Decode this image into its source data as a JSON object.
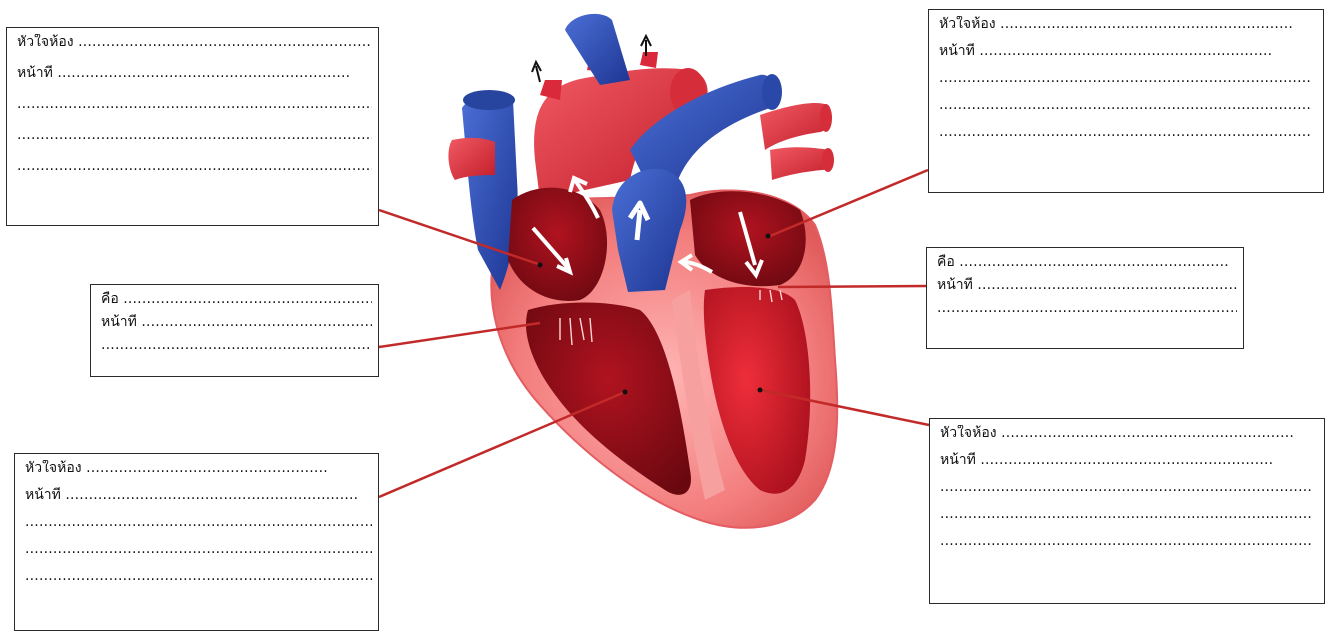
{
  "labels": {
    "chamber": "หัวใจห้อง",
    "function": "หน้าที่",
    "is": "คือ"
  },
  "blanks": {
    "long": "...............................................................",
    "medium": "..........................................................",
    "short": "....................................................",
    "line": "................................................................................"
  },
  "colors": {
    "oxygenated": "#d9293a",
    "deoxygenated": "#2f4fb0",
    "heart_wall": "#f07b7b",
    "chamber_interior": "#8e0d18",
    "leader_line": "#c22a2a"
  }
}
